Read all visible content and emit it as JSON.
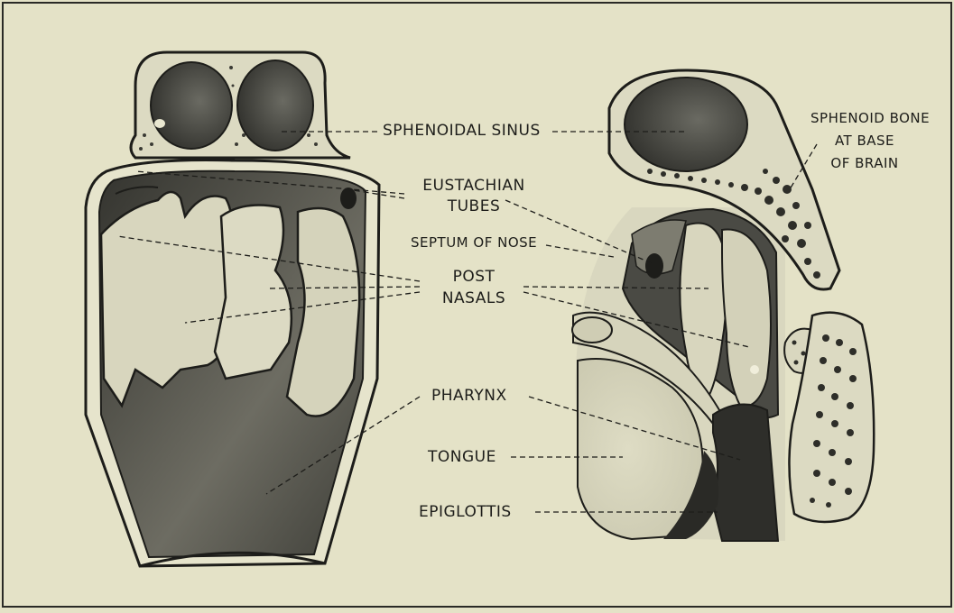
{
  "labels": {
    "sphenoidal_sinus": "SPHENOIDAL SINUS",
    "sphenoid_bone": [
      "SPHENOID BONE",
      "AT BASE",
      "OF BRAIN"
    ],
    "eustachian_tubes": [
      "EUSTACHIAN",
      "TUBES"
    ],
    "septum_of_nose": "SEPTUM OF NOSE",
    "post_nasals": [
      "POST",
      "NASALS"
    ],
    "pharynx": "PHARYNX",
    "tongue": "TONGUE",
    "epiglottis": "EPIGLOTTIS"
  },
  "colors": {
    "paper": "#e4e2c7",
    "ink": "#1d1d1a",
    "dark_cavity": "#3a3a36",
    "tissue": "#d6d4bd"
  }
}
